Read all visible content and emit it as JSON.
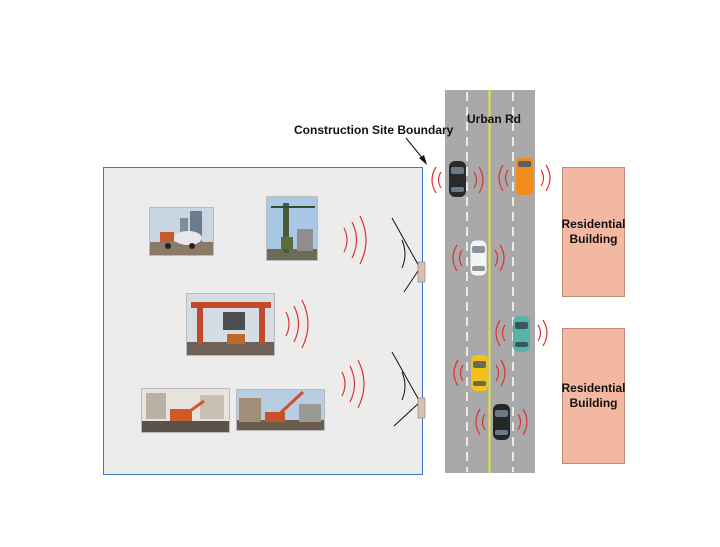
{
  "labels": {
    "boundary": "Construction Site Boundary",
    "road": "Urban Rd",
    "building_1": "Residential\nBuilding",
    "building_2": "Residential\nBuilding"
  },
  "icons": {
    "photos": [
      "cement-mixer-photo",
      "tower-crane-photo",
      "gantry-crane-photo",
      "excavator-photo",
      "crawler-crane-photo"
    ],
    "vehicles": [
      "black-car-icon",
      "orange-van-icon",
      "white-car-icon",
      "teal-car-icon",
      "yellow-taxi-icon",
      "dark-car-icon"
    ],
    "sensors": [
      "roadside-sensor-icon",
      "roadside-sensor-icon"
    ]
  },
  "colors": {
    "site_border": "#3a78c2",
    "site_fill": "#ececec",
    "road": "#a9a9a9",
    "road_center_line": "#e8e23a",
    "signal_waves": "#e0312f",
    "building": "#f3b8a1"
  }
}
